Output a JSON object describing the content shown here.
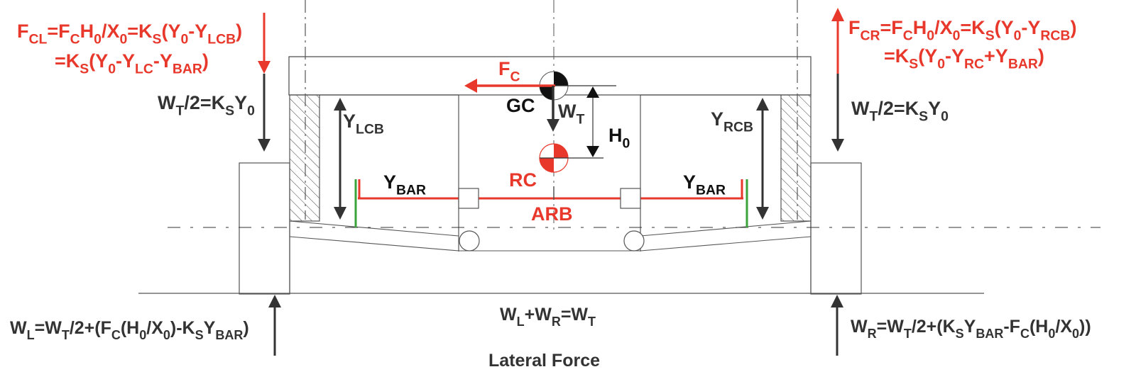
{
  "colors": {
    "force_red": "#e8382b",
    "line_dark": "#333333",
    "outline_gray": "#555555",
    "bar_green": "#3aa43a"
  },
  "labels": {
    "fcl_line1": [
      {
        "t": "F"
      },
      {
        "t": "CL",
        "sub": true
      },
      {
        "t": "=F"
      },
      {
        "t": "C",
        "sub": true
      },
      {
        "t": "H"
      },
      {
        "t": "0",
        "sub": true
      },
      {
        "t": "/X"
      },
      {
        "t": "0",
        "sub": true
      },
      {
        "t": "=K"
      },
      {
        "t": "S",
        "sub": true
      },
      {
        "t": "(Y"
      },
      {
        "t": "0",
        "sub": true
      },
      {
        "t": "-Y"
      },
      {
        "t": "LCB",
        "sub": true
      },
      {
        "t": ")"
      }
    ],
    "fcl_line2": [
      {
        "t": "=K"
      },
      {
        "t": "S",
        "sub": true
      },
      {
        "t": "(Y"
      },
      {
        "t": "0",
        "sub": true
      },
      {
        "t": "-Y"
      },
      {
        "t": "LC",
        "sub": true
      },
      {
        "t": "-Y"
      },
      {
        "t": "BAR",
        "sub": true
      },
      {
        "t": ")"
      }
    ],
    "fcr_line1": [
      {
        "t": "F"
      },
      {
        "t": "CR",
        "sub": true
      },
      {
        "t": "=F"
      },
      {
        "t": "C",
        "sub": true
      },
      {
        "t": "H"
      },
      {
        "t": "0",
        "sub": true
      },
      {
        "t": "/X"
      },
      {
        "t": "0",
        "sub": true
      },
      {
        "t": "=K"
      },
      {
        "t": "S",
        "sub": true
      },
      {
        "t": "(Y"
      },
      {
        "t": "0",
        "sub": true
      },
      {
        "t": "-Y"
      },
      {
        "t": "RCB",
        "sub": true
      },
      {
        "t": ")"
      }
    ],
    "fcr_line2": [
      {
        "t": "=K"
      },
      {
        "t": "S",
        "sub": true
      },
      {
        "t": "(Y"
      },
      {
        "t": "0",
        "sub": true
      },
      {
        "t": "-Y"
      },
      {
        "t": "RC",
        "sub": true
      },
      {
        "t": "+Y"
      },
      {
        "t": "BAR",
        "sub": true
      },
      {
        "t": ")"
      }
    ],
    "wt_half_left": [
      {
        "t": "W"
      },
      {
        "t": "T",
        "sub": true
      },
      {
        "t": "/2=K"
      },
      {
        "t": "S",
        "sub": true
      },
      {
        "t": "Y"
      },
      {
        "t": "0",
        "sub": true
      }
    ],
    "wt_half_right": [
      {
        "t": "W"
      },
      {
        "t": "T",
        "sub": true
      },
      {
        "t": "/2=K"
      },
      {
        "t": "S",
        "sub": true
      },
      {
        "t": "Y"
      },
      {
        "t": "0",
        "sub": true
      }
    ],
    "fc": [
      {
        "t": "F"
      },
      {
        "t": "C",
        "sub": true
      }
    ],
    "gc": [
      {
        "t": "GC"
      }
    ],
    "wt": [
      {
        "t": "W"
      },
      {
        "t": "T",
        "sub": true
      }
    ],
    "h0": [
      {
        "t": "H"
      },
      {
        "t": "0",
        "sub": true
      }
    ],
    "ylcb": [
      {
        "t": "Y"
      },
      {
        "t": "LCB",
        "sub": true
      }
    ],
    "yrcb": [
      {
        "t": "Y"
      },
      {
        "t": "RCB",
        "sub": true
      }
    ],
    "ybar_left": [
      {
        "t": "Y"
      },
      {
        "t": "BAR",
        "sub": true
      }
    ],
    "ybar_right": [
      {
        "t": "Y"
      },
      {
        "t": "BAR",
        "sub": true
      }
    ],
    "rc": [
      {
        "t": "RC"
      }
    ],
    "arb": [
      {
        "t": "ARB"
      }
    ],
    "wl": [
      {
        "t": "W"
      },
      {
        "t": "L",
        "sub": true
      },
      {
        "t": "=W"
      },
      {
        "t": "T",
        "sub": true
      },
      {
        "t": "/2+(F"
      },
      {
        "t": "C",
        "sub": true
      },
      {
        "t": "(H"
      },
      {
        "t": "0",
        "sub": true
      },
      {
        "t": "/X"
      },
      {
        "t": "0",
        "sub": true
      },
      {
        "t": ")-K"
      },
      {
        "t": "S",
        "sub": true
      },
      {
        "t": "Y"
      },
      {
        "t": "BAR",
        "sub": true
      },
      {
        "t": ")"
      }
    ],
    "wr": [
      {
        "t": "W"
      },
      {
        "t": "R",
        "sub": true
      },
      {
        "t": "=W"
      },
      {
        "t": "T",
        "sub": true
      },
      {
        "t": "/2+(K"
      },
      {
        "t": "S",
        "sub": true
      },
      {
        "t": "Y"
      },
      {
        "t": "BAR",
        "sub": true
      },
      {
        "t": "-F"
      },
      {
        "t": "C",
        "sub": true
      },
      {
        "t": "(H"
      },
      {
        "t": "0",
        "sub": true
      },
      {
        "t": "/X"
      },
      {
        "t": "0",
        "sub": true
      },
      {
        "t": "))"
      }
    ],
    "wsum": [
      {
        "t": "W"
      },
      {
        "t": "L",
        "sub": true
      },
      {
        "t": "+W"
      },
      {
        "t": "R",
        "sub": true
      },
      {
        "t": "=W"
      },
      {
        "t": "T",
        "sub": true
      }
    ],
    "caption": [
      {
        "t": "Lateral Force"
      }
    ]
  }
}
